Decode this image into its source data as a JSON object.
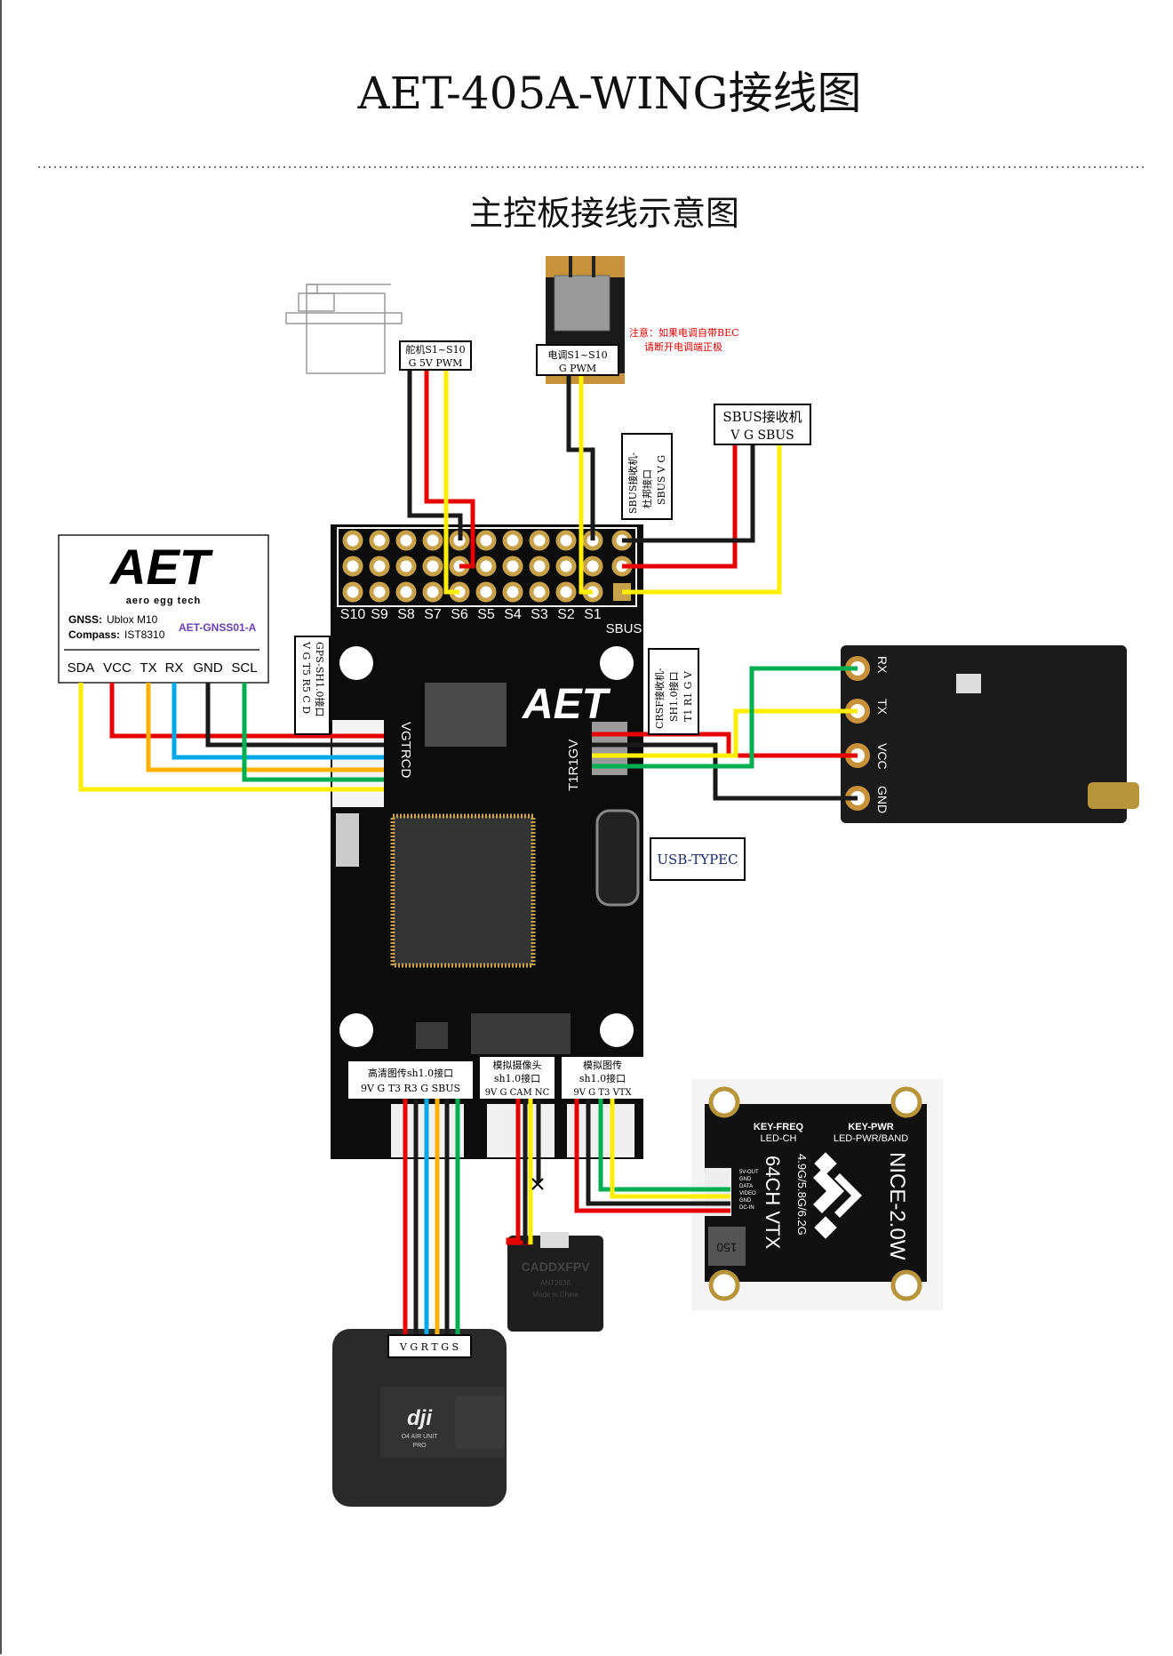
{
  "title": "AET-405A-WING接线图",
  "subtitle": "主控板接线示意图",
  "colors": {
    "red": "#e60000",
    "black": "#1a1a1a",
    "yellow": "#ffee00",
    "orange": "#ffb000",
    "blue": "#00a8e8",
    "green": "#00b050",
    "note": "#e60000",
    "gnss_model": "#6a3fb0",
    "board": "#0c0c0c",
    "gold": "#c8a24a"
  },
  "servo": {
    "line1": "舵机S1~S10",
    "line2": "G  5V  PWM"
  },
  "esc": {
    "line1": "电调S1~S10",
    "line2": "G  PWM"
  },
  "esc_note": {
    "line1": "注意：如果电调自带BEC",
    "line2": "请断开电调端正极"
  },
  "sbus_dupont": {
    "line1": "SBUS接收机-",
    "line2": "杜邦接口",
    "line3": "SBUS V G"
  },
  "sbus_receiver": {
    "line1": "SBUS接收机",
    "line2": "V  G  SBUS"
  },
  "gnss": {
    "logo": "AET",
    "logo_tagline": "aero egg tech",
    "gnss_label": "GNSS:",
    "gnss_value": "Ublox M10",
    "compass_label": "Compass:",
    "compass_value": "IST8310",
    "model": "AET-GNSS01-A",
    "pins": [
      "SDA",
      "VCC",
      "TX",
      "RX",
      "GND",
      "SCL"
    ]
  },
  "gps_port": {
    "line1": "GPS-SH1.0接口",
    "line2": "V G T5 R5 C D"
  },
  "board": {
    "servo_pins": [
      "S10",
      "S9",
      "S8",
      "S7",
      "S6",
      "S5",
      "S4",
      "S3",
      "S2",
      "S1"
    ],
    "sbus_label": "SBUS",
    "gps_silk": "VGTRCD",
    "crsf_silk": "T1R1GV",
    "logo": "AET"
  },
  "crsf_port": {
    "line1": "CRSF接收机-",
    "line2": "SH1.0接口",
    "line3": "T1 R1 G V"
  },
  "elrs_receiver": {
    "pins": [
      "RX",
      "TX",
      "VCC",
      "GND"
    ]
  },
  "usb": {
    "label": "USB-TYPEC"
  },
  "hd_port": {
    "line1": "高清图传sh1.0接口",
    "line2": "9V  G  T3  R3  G  SBUS"
  },
  "cam_port": {
    "line1": "模拟摄像头",
    "line2": "sh1.0接口",
    "line3": "9V  G  CAM  NC"
  },
  "vtx_port": {
    "line1": "模拟图传",
    "line2": "sh1.0接口",
    "line3": "9V  G  T3  VTX"
  },
  "camera": {
    "brand": "CADDXFPV",
    "line2": "ANT2836",
    "line3": "Made in China"
  },
  "analog_vtx": {
    "key_freq": "KEY-FREQ",
    "led_ch": "LED-CH",
    "key_pwr": "KEY-PWR",
    "led_pwr": "LED-PWR/BAND",
    "channels": "64CH VTX",
    "bands": "4.9G/5.8G/6.2G",
    "model": "NICE-2.0W",
    "pins": [
      "5V-OUT",
      "GND",
      "DATA",
      "VIDEO",
      "GND",
      "DC-IN"
    ],
    "inductor": "150"
  },
  "dji": {
    "pins": "V  G  R  T  G  S",
    "brand": "dji",
    "model_line1": "O4 AIR UNIT",
    "model_line2": "PRO"
  }
}
